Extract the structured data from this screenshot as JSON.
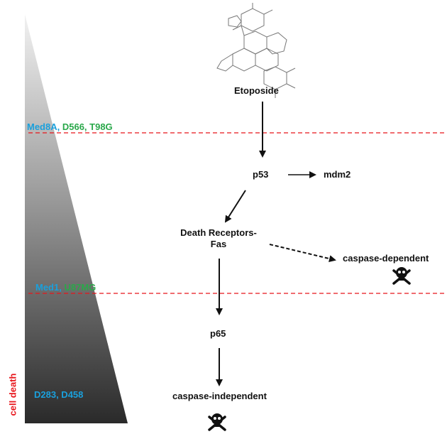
{
  "nodes": {
    "etoposide": "Etoposide",
    "p53": "p53",
    "mdm2": "mdm2",
    "death_receptors_line1": "Death Receptors-",
    "death_receptors_line2": "Fas",
    "caspase_dependent": "caspase-dependent",
    "p65": "p65",
    "caspase_independent": "caspase-independent"
  },
  "thresholds": [
    {
      "blue": "Med8A, ",
      "green": "D566, T98G"
    },
    {
      "blue": "Med1, ",
      "green": "U87MG"
    }
  ],
  "bottom_cell_lines": "D283, D458",
  "gradient_label": "cell death",
  "colors": {
    "threshold_line": "#e8151b",
    "cell_line_blue": "#1aa0dc",
    "cell_line_green": "#2aa84a",
    "cell_death_label": "#e8151b"
  },
  "icons": [
    "etoposide-structure-icon",
    "skull-crossbones-icon"
  ]
}
